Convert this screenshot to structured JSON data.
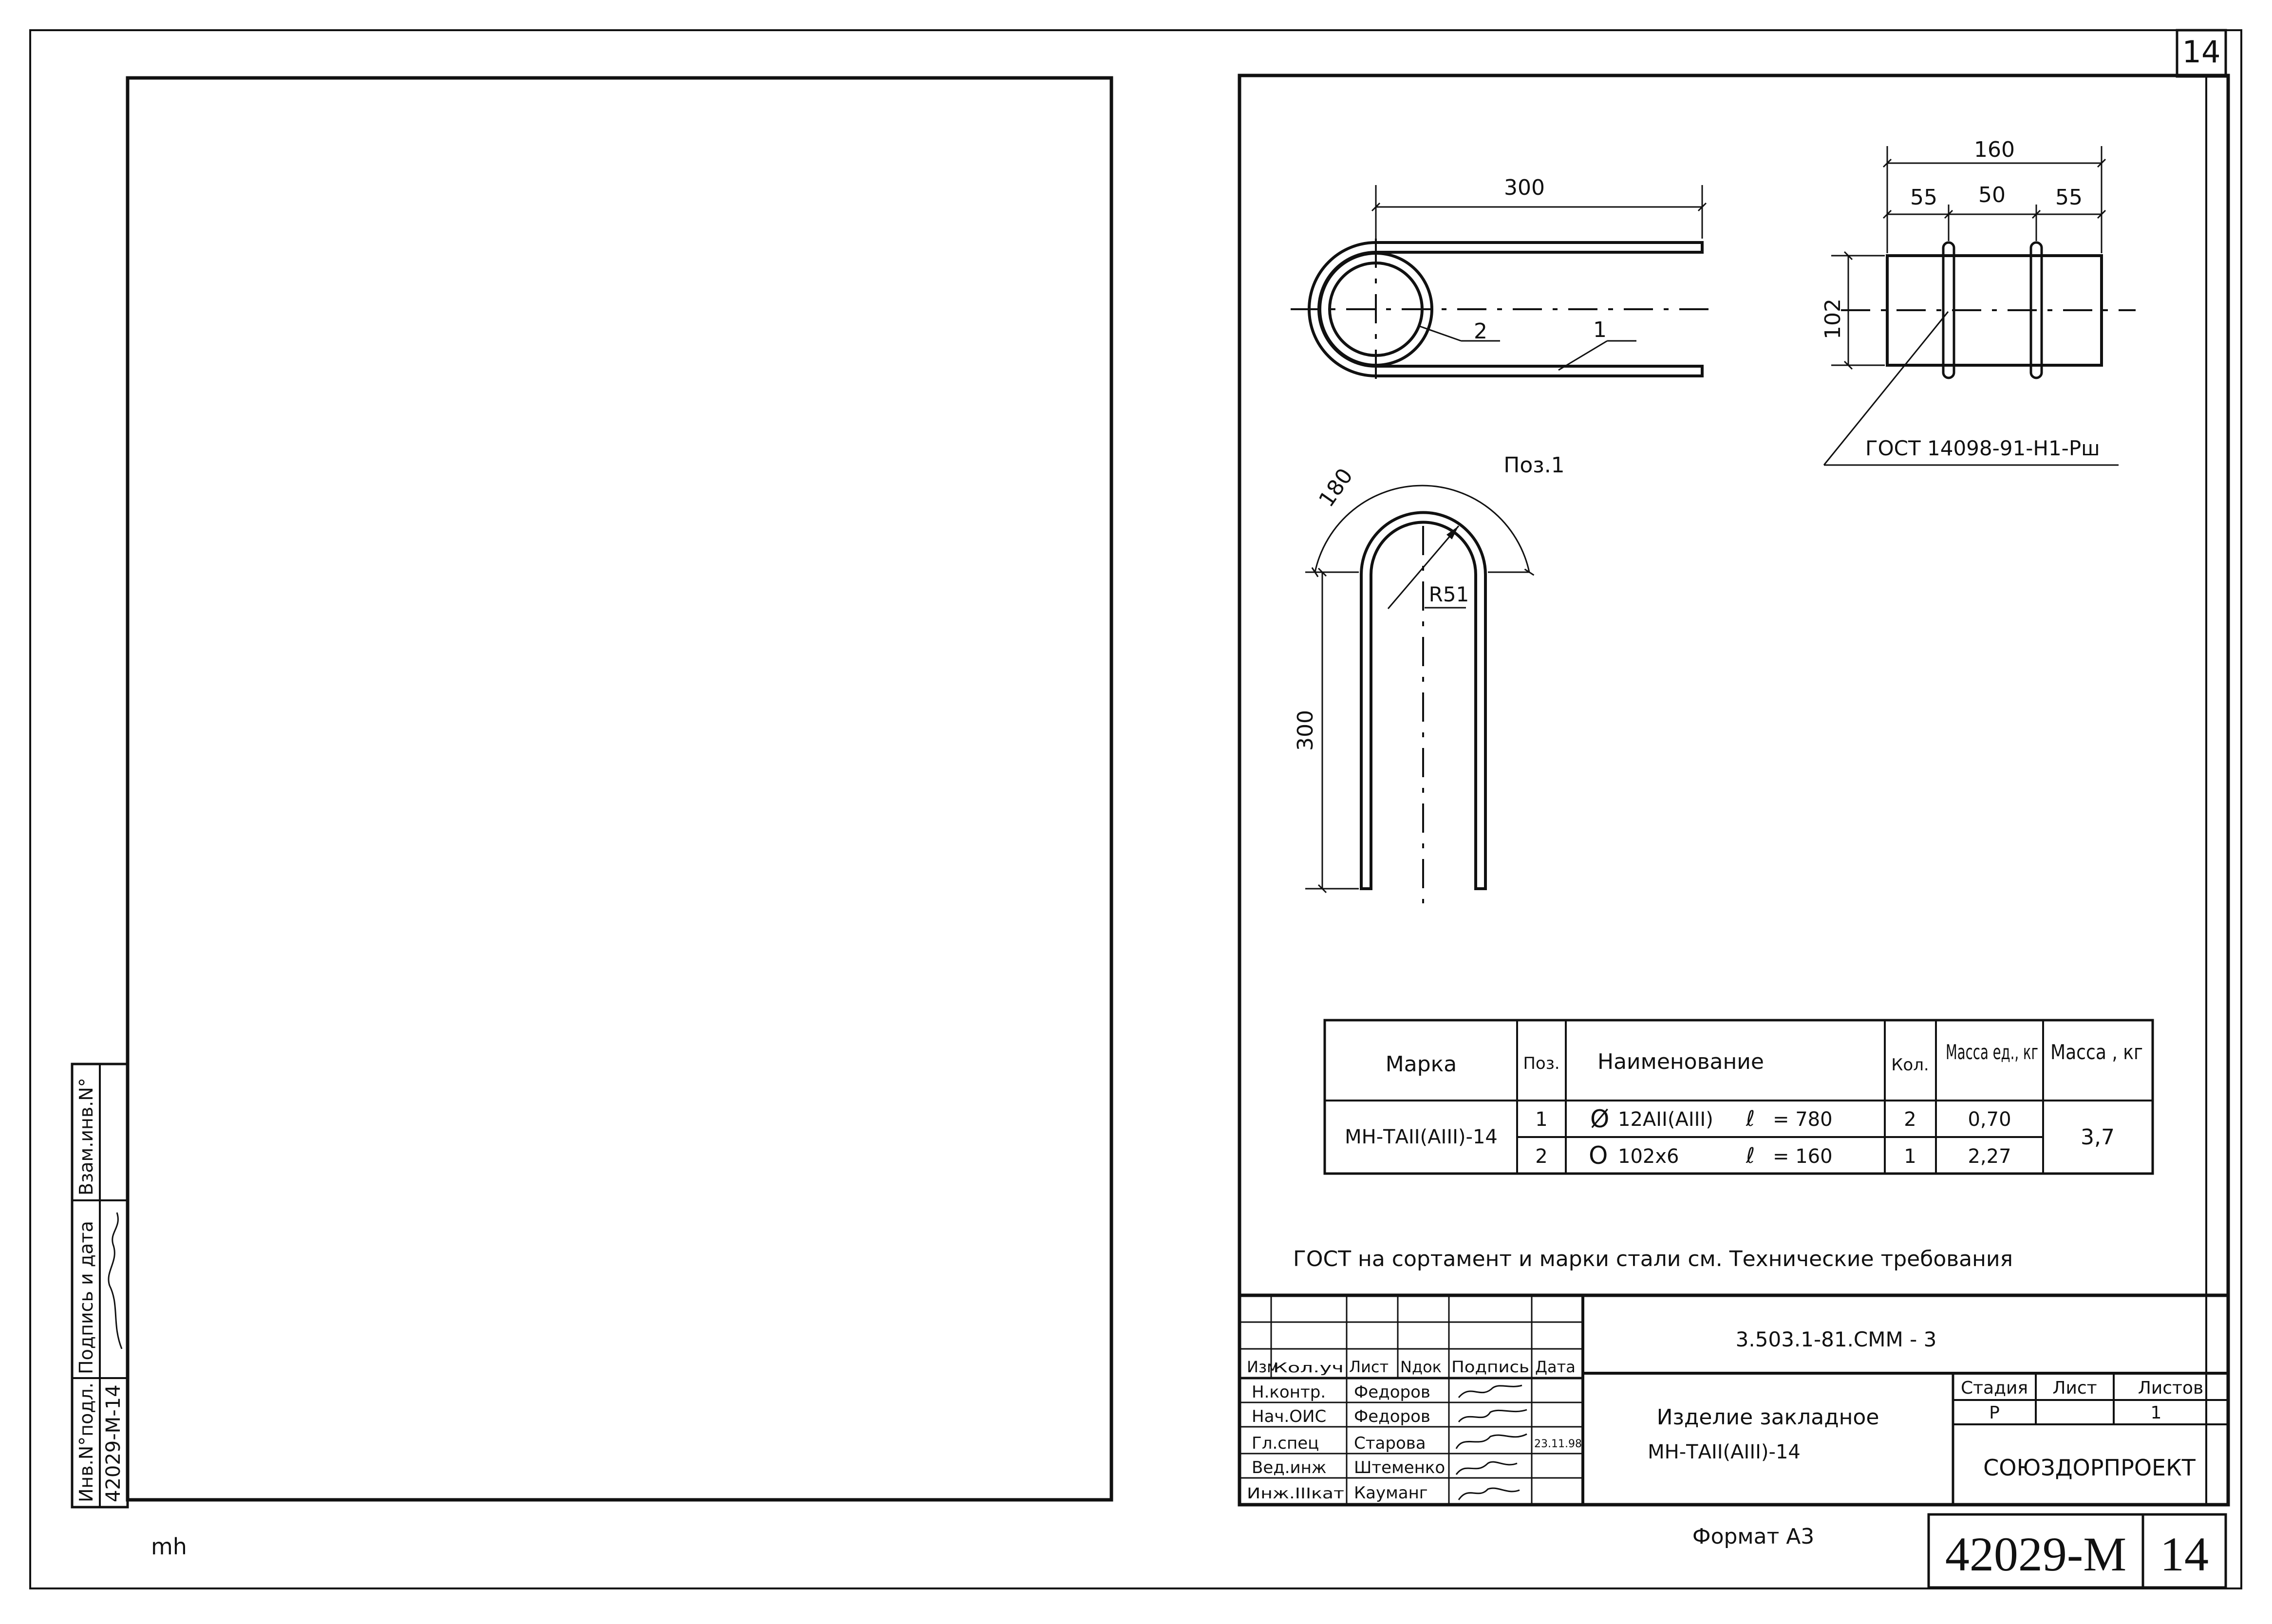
{
  "sheet": {
    "corner_number": "14",
    "bottom_left_mark": "mh",
    "format_label": "Формат А3",
    "doc_code": "42029-М",
    "sheet_no": "14"
  },
  "left_stamp": {
    "inv_orig": "Инв.N°подл.",
    "sign_date": "Подпись и дата",
    "inv_replace": "Взам.инв.N°",
    "inv_value": "42029-М-14"
  },
  "drawing": {
    "top_width": "300",
    "label_pos1_callout": "1",
    "label_pos2_callout": "2",
    "plate_total": "160",
    "plate_dim_a": "55",
    "plate_dim_b": "50",
    "plate_dim_c": "55",
    "plate_height": "102",
    "gost_note": "ГОСТ 14098-91-Н1-Рш",
    "pos1_title": "Поз.1",
    "arc_len": "180",
    "radius": "R51",
    "leg_len": "300"
  },
  "spec_table": {
    "headers": [
      "Марка",
      "Поз.",
      "Наименование",
      "Кол.",
      "Масса ед., кг",
      "Масса , кг"
    ],
    "mark": "МН-ТАII(АIII)-14",
    "rows": [
      {
        "pos": "1",
        "symbol": "Ø",
        "name": "12АII(АIII)",
        "len_sym": "ℓ",
        "len": "= 780",
        "qty": "2",
        "mass": "0,70"
      },
      {
        "pos": "2",
        "symbol": "O",
        "name": "102х6",
        "len_sym": "ℓ",
        "len": "= 160",
        "qty": "1",
        "mass": "2,27"
      }
    ],
    "total_mass": "3,7"
  },
  "note": "ГОСТ на сортамент и марки стали см. Технические требования",
  "title_block": {
    "code": "3.503.1-81.СММ - 3",
    "col_headers": [
      "Изм",
      "Кол.уч",
      "Лист",
      "Nдок",
      "Подпись",
      "Дата"
    ],
    "people": [
      {
        "role": "Н.контр.",
        "name": "Федоров",
        "date": ""
      },
      {
        "role": "Нач.ОИС",
        "name": "Федоров",
        "date": ""
      },
      {
        "role": "Гл.спец",
        "name": "Старова",
        "date": "23.11.98"
      },
      {
        "role": "Вед.инж",
        "name": "Штеменко",
        "date": ""
      },
      {
        "role": "Инж.IIIкат",
        "name": "Кауманг",
        "date": ""
      }
    ],
    "item_title": "Изделие закладное",
    "item_mark": "МН-ТАII(АIII)-14",
    "stage_header": "Стадия",
    "sheet_header": "Лист",
    "sheets_header": "Листов",
    "stage_value": "Р",
    "sheet_value": "",
    "sheets_value": "1",
    "org": "СОЮЗДОРПРОЕКТ"
  }
}
